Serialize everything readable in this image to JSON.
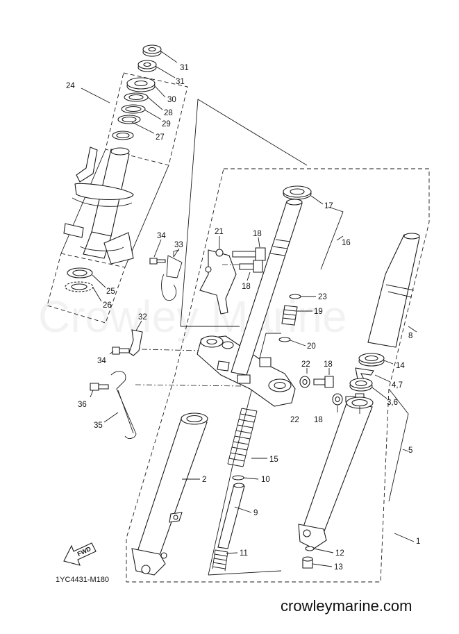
{
  "diagram": {
    "drawing_code": "1YC4431-M180",
    "website": "crowleymarine.com",
    "watermark": "Crowley Marine",
    "fwd_label": "FWD",
    "callouts": [
      {
        "id": "c31a",
        "text": "31"
      },
      {
        "id": "c31b",
        "text": "31"
      },
      {
        "id": "c30",
        "text": "30"
      },
      {
        "id": "c28",
        "text": "28"
      },
      {
        "id": "c29",
        "text": "29"
      },
      {
        "id": "c27",
        "text": "27"
      },
      {
        "id": "c24",
        "text": "24"
      },
      {
        "id": "c25",
        "text": "25"
      },
      {
        "id": "c26",
        "text": "26"
      },
      {
        "id": "c34a",
        "text": "34"
      },
      {
        "id": "c33",
        "text": "33"
      },
      {
        "id": "c21",
        "text": "21"
      },
      {
        "id": "c18a",
        "text": "18"
      },
      {
        "id": "c18b",
        "text": "18"
      },
      {
        "id": "c17",
        "text": "17"
      },
      {
        "id": "c16",
        "text": "16"
      },
      {
        "id": "c23",
        "text": "23"
      },
      {
        "id": "c19",
        "text": "19"
      },
      {
        "id": "c20",
        "text": "20"
      },
      {
        "id": "c32",
        "text": "32"
      },
      {
        "id": "c34b",
        "text": "34"
      },
      {
        "id": "c22a",
        "text": "22"
      },
      {
        "id": "c18c",
        "text": "18"
      },
      {
        "id": "c22b",
        "text": "22"
      },
      {
        "id": "c18d",
        "text": "18"
      },
      {
        "id": "c36",
        "text": "36"
      },
      {
        "id": "c35",
        "text": "35"
      },
      {
        "id": "c8",
        "text": "8"
      },
      {
        "id": "c14",
        "text": "14"
      },
      {
        "id": "c47",
        "text": "4,7"
      },
      {
        "id": "c36b",
        "text": "3,6"
      },
      {
        "id": "c5",
        "text": "5"
      },
      {
        "id": "c15",
        "text": "15"
      },
      {
        "id": "c10",
        "text": "10"
      },
      {
        "id": "c2",
        "text": "2"
      },
      {
        "id": "c9",
        "text": "9"
      },
      {
        "id": "c11",
        "text": "11"
      },
      {
        "id": "c1",
        "text": "1"
      },
      {
        "id": "c12",
        "text": "12"
      },
      {
        "id": "c13",
        "text": "13"
      }
    ]
  }
}
